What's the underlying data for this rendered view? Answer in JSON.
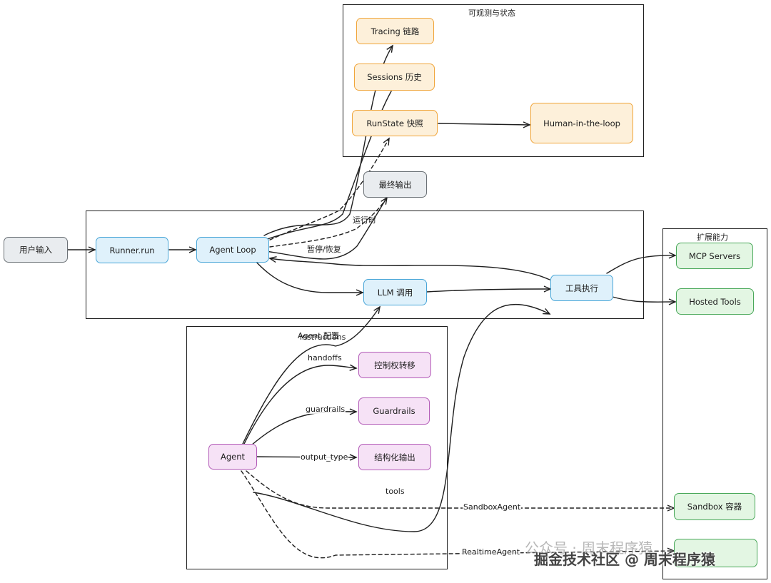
{
  "frames": {
    "observability": "可观测与状态",
    "runtime": "运行时",
    "extensions": "扩展能力",
    "agent_config": "Agent 配置"
  },
  "nodes": {
    "user_input": "用户输入",
    "runner_run": "Runner.run",
    "agent_loop": "Agent Loop",
    "llm_call": "LLM 调用",
    "tool_exec": "工具执行",
    "tracing": "Tracing 链路",
    "sessions": "Sessions 历史",
    "runstate": "RunState 快照",
    "hitl": "Human-in-the-loop",
    "final_output": "最终输出",
    "mcp_servers": "MCP Servers",
    "hosted_tools": "Hosted Tools",
    "sandbox_container": "Sandbox 容器",
    "agent": "Agent",
    "handoff_target": "控制权转移",
    "guardrails": "Guardrails",
    "structured_output": "结构化输出"
  },
  "edge_labels": {
    "pause_resume": "暂停/恢复",
    "instructions": "instructions",
    "handoffs": "handoffs",
    "guardrails": "guardrails",
    "output_type": "output_type",
    "tools": "tools",
    "sandbox_agent": "SandboxAgent",
    "realtime_agent": "RealtimeAgent"
  },
  "watermark": {
    "line1": "公众号 · 周末程序猿",
    "line2": "掘金技术社区 @ 周末程序猿"
  },
  "colors": {
    "gray": "#6b7176",
    "blue": "#49a6d8",
    "orange": "#f0a53a",
    "purple": "#b35cb8",
    "green": "#4aa85a",
    "stroke": "#1e1e1e"
  }
}
